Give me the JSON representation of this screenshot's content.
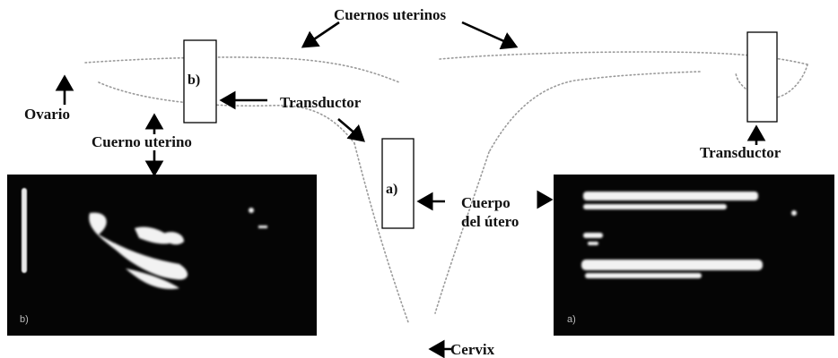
{
  "labels": {
    "cuernos_uterinos": "Cuernos uterinos",
    "ovario": "Ovario",
    "transductor_center": "Transductor",
    "cuerno_uterino": "Cuerno uterino",
    "transductor_right": "Transductor",
    "cuerpo": "Cuerpo",
    "del_utero": "del útero",
    "cervix": "Cervix"
  },
  "boxes": {
    "a": "a)",
    "b": "b)"
  },
  "scan_images": {
    "left_corner_label": "b)",
    "right_corner_label": "a)"
  }
}
